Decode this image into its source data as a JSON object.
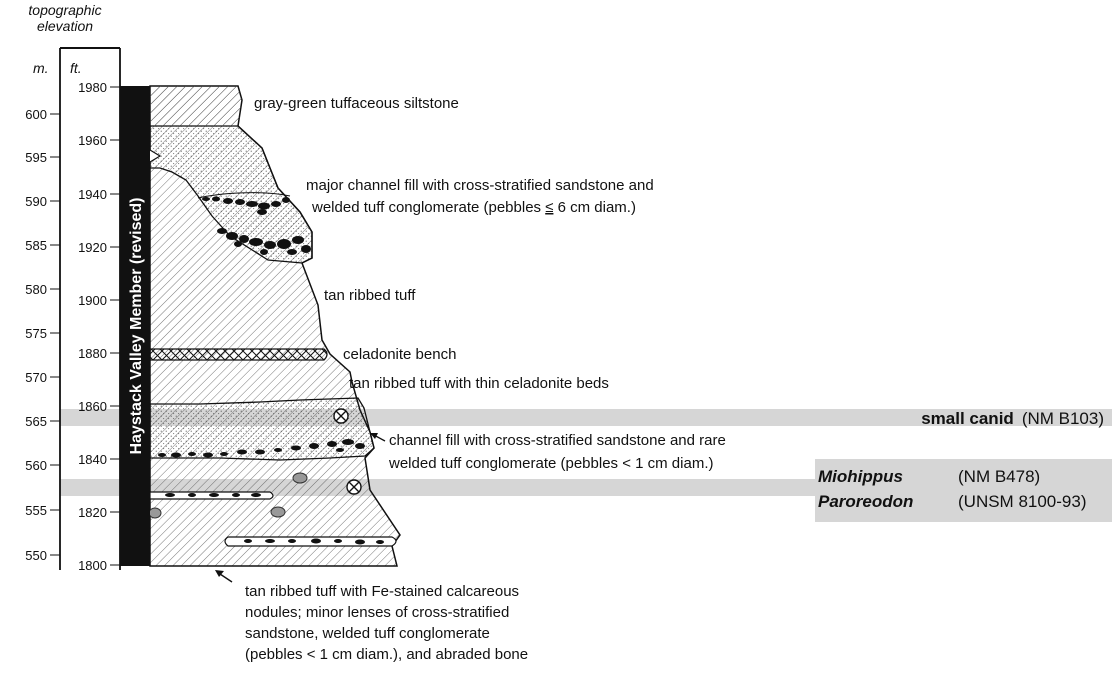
{
  "axis": {
    "header_line1": "topographic",
    "header_line2": "elevation",
    "unit_m": "m.",
    "unit_ft": "ft.",
    "meters": [
      600,
      595,
      590,
      585,
      580,
      575,
      570,
      565,
      560,
      555,
      550
    ],
    "feet": [
      1980,
      1960,
      1940,
      1920,
      1900,
      1880,
      1860,
      1840,
      1820,
      1800
    ]
  },
  "member_label": "Haystack Valley Member (revised)",
  "units": {
    "top": "gray-green tuffaceous siltstone",
    "major_channel_1": "major channel fill with cross-stratified sandstone and",
    "major_channel_2a": "welded tuff conglomerate (pebbles ",
    "major_channel_2b": "≤",
    "major_channel_2c": " 6 cm diam.)",
    "ribbed_tuff": "tan ribbed tuff",
    "celadonite": "celadonite bench",
    "ribbed_thin": "tan ribbed tuff with thin celadonite beds",
    "channel_1": "channel fill with cross-stratified sandstone and rare",
    "channel_2": "welded tuff conglomerate (pebbles < 1 cm diam.)",
    "base_1": "tan ribbed tuff with Fe-stained calcareous",
    "base_2": "nodules; minor lenses of cross-stratified",
    "base_3": "sandstone, welded tuff conglomerate",
    "base_4": "(pebbles < 1 cm diam.), and abraded bone"
  },
  "fossils": {
    "canid_name": "small canid",
    "canid_spec": "(NM B103)",
    "horse_name": "Miohippus",
    "horse_spec": "(NM B478)",
    "oreodont_name": "Paroreodon",
    "oreodont_spec": "(UNSM 8100-93)"
  }
}
